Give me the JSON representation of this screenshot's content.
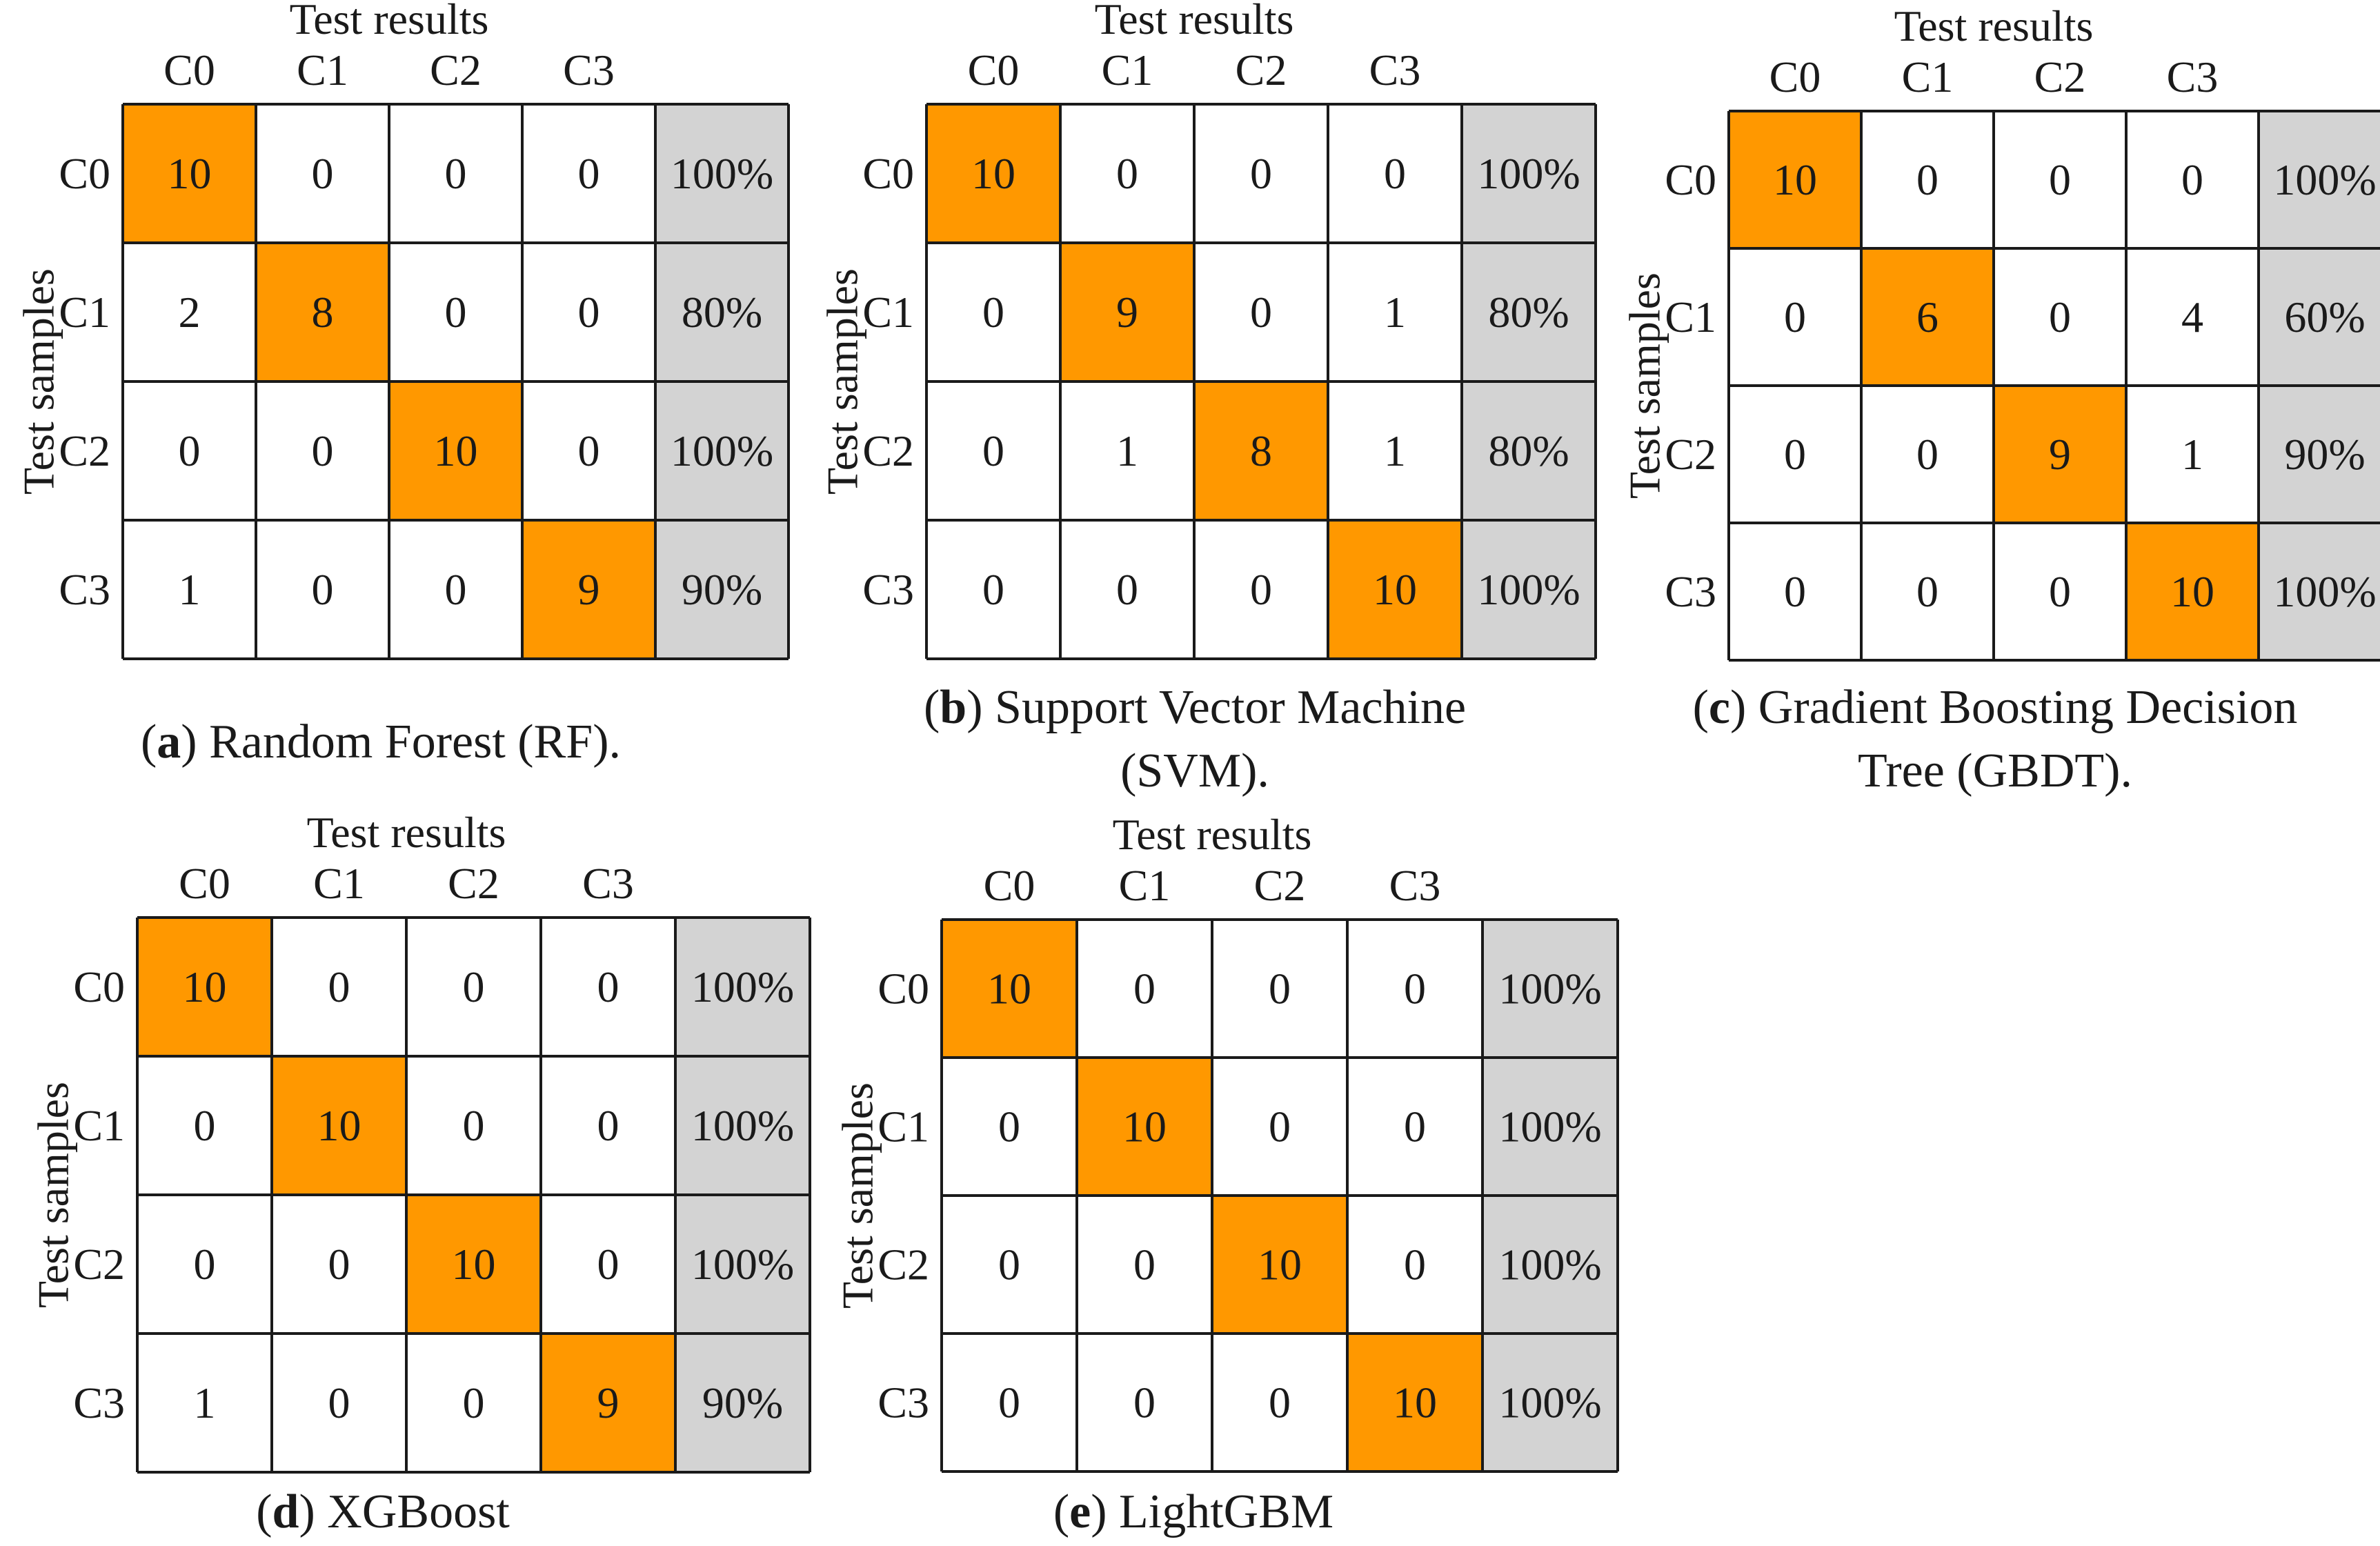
{
  "styles": {
    "diag_color": "#FF9800",
    "pct_color": "#D3D3D3",
    "misclass_color": "#1E6FB5",
    "text_color": "#1a1a1a",
    "cell_bg": "#ffffff"
  },
  "chart_data": [
    {
      "type": "heatmap",
      "tag": "a",
      "caption_lines": [
        "Random Forest (RF)."
      ],
      "xlabel": "Test results",
      "ylabel": "Test samples",
      "categories": [
        "C0",
        "C1",
        "C2",
        "C3"
      ],
      "matrix": [
        [
          10,
          0,
          0,
          0
        ],
        [
          2,
          8,
          0,
          0
        ],
        [
          0,
          0,
          10,
          0
        ],
        [
          1,
          0,
          0,
          9
        ]
      ],
      "row_accuracy": [
        "100%",
        "80%",
        "100%",
        "90%"
      ]
    },
    {
      "type": "heatmap",
      "tag": "b",
      "caption_lines": [
        "Support Vector Machine",
        "(SVM)."
      ],
      "xlabel": "Test results",
      "ylabel": "Test samples",
      "categories": [
        "C0",
        "C1",
        "C2",
        "C3"
      ],
      "matrix": [
        [
          10,
          0,
          0,
          0
        ],
        [
          0,
          9,
          0,
          1
        ],
        [
          0,
          1,
          8,
          1
        ],
        [
          0,
          0,
          0,
          10
        ]
      ],
      "row_accuracy": [
        "100%",
        "80%",
        "80%",
        "100%"
      ]
    },
    {
      "type": "heatmap",
      "tag": "c",
      "caption_lines": [
        "Gradient Boosting Decision",
        "Tree (GBDT)."
      ],
      "xlabel": "Test results",
      "ylabel": "Test samples",
      "categories": [
        "C0",
        "C1",
        "C2",
        "C3"
      ],
      "matrix": [
        [
          10,
          0,
          0,
          0
        ],
        [
          0,
          6,
          0,
          4
        ],
        [
          0,
          0,
          9,
          1
        ],
        [
          0,
          0,
          0,
          10
        ]
      ],
      "row_accuracy": [
        "100%",
        "60%",
        "90%",
        "100%"
      ]
    },
    {
      "type": "heatmap",
      "tag": "d",
      "caption_lines": [
        "XGBoost"
      ],
      "xlabel": "Test results",
      "ylabel": "Test samples",
      "categories": [
        "C0",
        "C1",
        "C2",
        "C3"
      ],
      "matrix": [
        [
          10,
          0,
          0,
          0
        ],
        [
          0,
          10,
          0,
          0
        ],
        [
          0,
          0,
          10,
          0
        ],
        [
          1,
          0,
          0,
          9
        ]
      ],
      "row_accuracy": [
        "100%",
        "100%",
        "100%",
        "90%"
      ]
    },
    {
      "type": "heatmap",
      "tag": "e",
      "caption_lines": [
        "LightGBM"
      ],
      "xlabel": "Test results",
      "ylabel": "Test samples",
      "categories": [
        "C0",
        "C1",
        "C2",
        "C3"
      ],
      "matrix": [
        [
          10,
          0,
          0,
          0
        ],
        [
          0,
          10,
          0,
          0
        ],
        [
          0,
          0,
          10,
          0
        ],
        [
          0,
          0,
          0,
          10
        ]
      ],
      "row_accuracy": [
        "100%",
        "100%",
        "100%",
        "100%"
      ]
    }
  ]
}
